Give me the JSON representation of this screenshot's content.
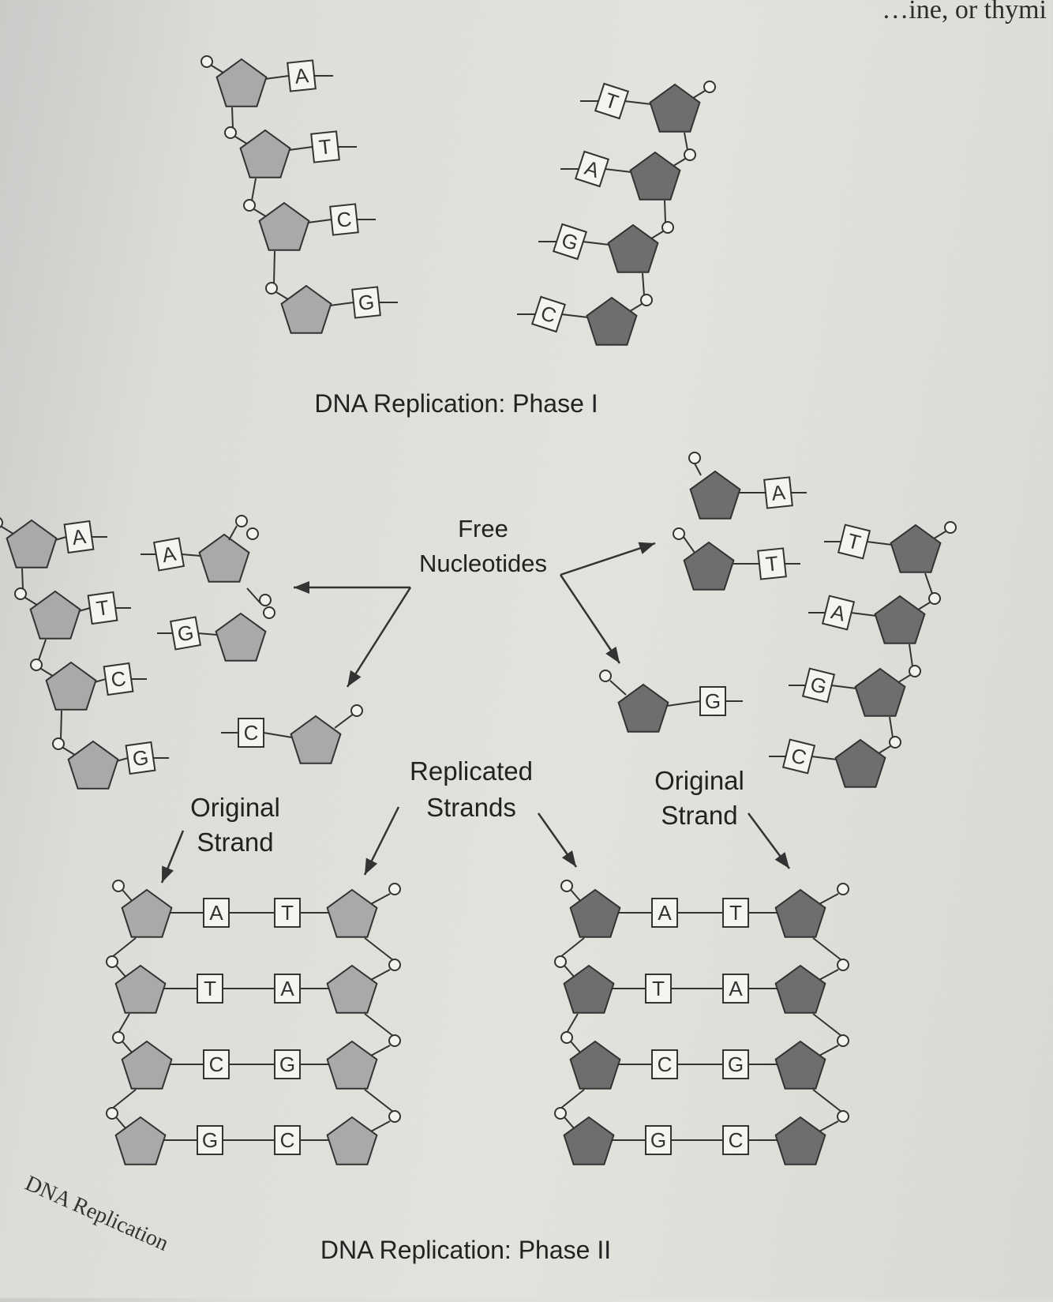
{
  "header_text": "…ine, or thymi",
  "phase1": {
    "title": "DNA Replication: Phase I",
    "left_strand": [
      "A",
      "T",
      "C",
      "G"
    ],
    "right_strand": [
      "T",
      "A",
      "G",
      "C"
    ]
  },
  "phase2": {
    "title": "DNA Replication: Phase II",
    "free_nucleotides_label": [
      "Free",
      "Nucleotides"
    ],
    "replicated_strands_label": [
      "Replicated",
      "Strands"
    ],
    "original_strand_label_left": [
      "Original",
      "Strand"
    ],
    "original_strand_label_right": [
      "Original",
      "Strand"
    ],
    "left_partial": {
      "original": [
        "A",
        "T",
        "C",
        "G"
      ],
      "attached": [
        "A",
        "G"
      ],
      "free": "C"
    },
    "right_partial": {
      "attached": [
        "A",
        "T"
      ],
      "original": [
        "T",
        "A",
        "G",
        "C"
      ],
      "free": "G"
    },
    "left_complete": {
      "original": [
        "A",
        "T",
        "C",
        "G"
      ],
      "replicated": [
        "T",
        "A",
        "G",
        "C"
      ]
    },
    "right_complete": {
      "replicated": [
        "A",
        "T",
        "C",
        "G"
      ],
      "original": [
        "T",
        "A",
        "G",
        "C"
      ]
    }
  },
  "page_label": "DNA Replication",
  "colors": {
    "light_sugar": "#a9a9a9",
    "dark_sugar": "#6e6e6e",
    "line": "#333333"
  }
}
